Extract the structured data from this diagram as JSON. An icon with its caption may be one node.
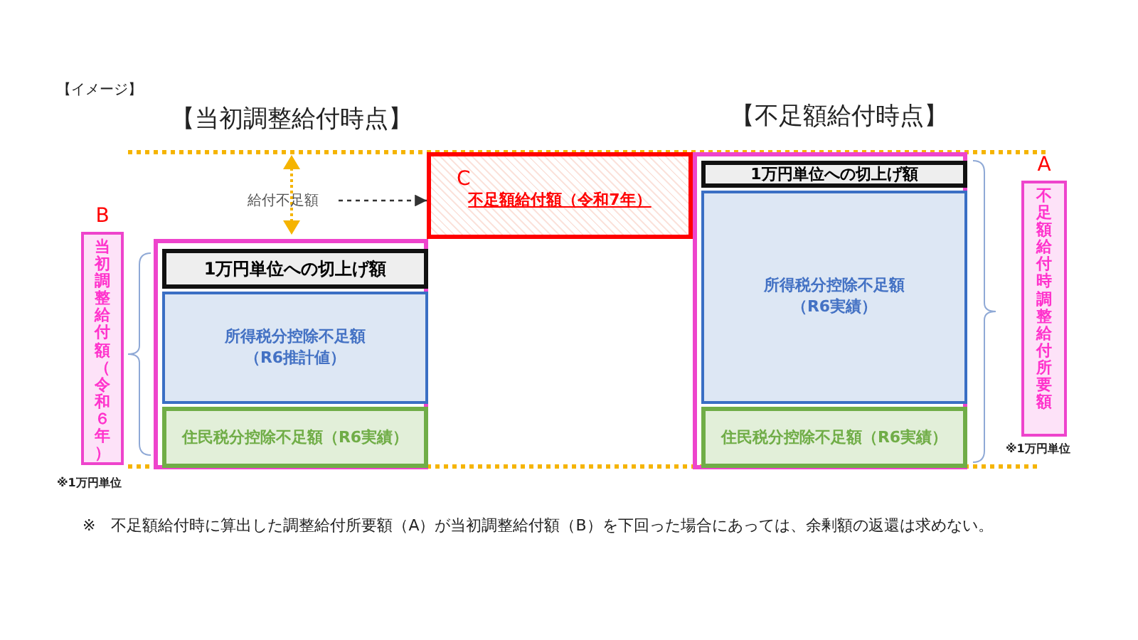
{
  "diagram": {
    "nodes": [
      {
        "text": [],
        "shape": "box"
      },
      {
        "text": [
          "1万円単位への切上げ額"
        ],
        "in": 0
      },
      {
        "text": [
          "所得税分控除不足額（R6推計値）"
        ],
        "in": 0
      },
      {
        "text": [
          "住民税分控除不足額（R6実績）"
        ],
        "in": 0
      },
      {
        "text": [],
        "shape": "box"
      },
      {
        "text": [
          "1万円単位への切上げ額"
        ],
        "in": 4
      },
      {
        "text": [
          "所得税分控除不足額（R6実績）"
        ],
        "in": 4
      },
      {
        "text": [
          "住民税分控除不足額（R6実績）"
        ],
        "in": 4
      },
      {
        "text": [
          "C",
          "不足額給付額（令和7年）"
        ]
      },
      {
        "text": [
          "B",
          "当初調整給付額（令和６年）"
        ]
      },
      {
        "text": [
          "A",
          "不足額給付時調整給付所要額"
        ]
      },
      {
        "text": [
          "給付不足額"
        ]
      }
    ],
    "edges": [
      {
        "from": 11,
        "to": 8,
        "arrow": "to",
        "style": "dashed"
      }
    ],
    "labels": [
      "【イメージ】",
      "【当初調整給付時点】",
      "【不足額給付時点】",
      "※1万円単位",
      "※1万円単位",
      "※　不足額給付時に算出した調整給付所要額（A）が当初調整給付額（B）を下回った場合にあっては、余剰額の返還は求めない。"
    ]
  }
}
